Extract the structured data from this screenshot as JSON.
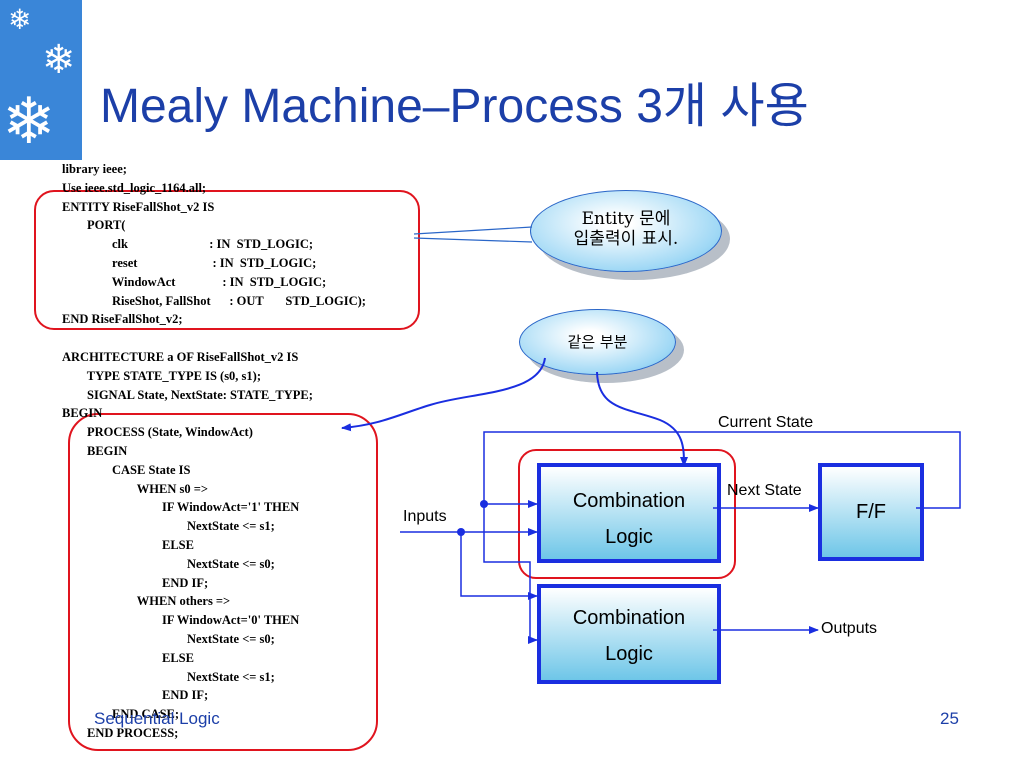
{
  "slide": {
    "title": "Mealy Machine–Process 3개 사용",
    "footer_left": "Sequential Logic",
    "page_number": "25"
  },
  "code_lines": [
    "library ieee;",
    "Use ieee.std_logic_1164.all;",
    "ENTITY RiseFallShot_v2 IS",
    "        PORT(",
    "                clk                          : IN  STD_LOGIC;",
    "                reset                        : IN  STD_LOGIC;",
    "                WindowAct               : IN  STD_LOGIC;",
    "                RiseShot, FallShot      : OUT       STD_LOGIC);",
    "END RiseFallShot_v2;",
    "",
    "ARCHITECTURE a OF RiseFallShot_v2 IS",
    "        TYPE STATE_TYPE IS (s0, s1);",
    "        SIGNAL State, NextState: STATE_TYPE;",
    "BEGIN",
    "        PROCESS (State, WindowAct)",
    "        BEGIN",
    "                CASE State IS",
    "                        WHEN s0 =>",
    "                                IF WindowAct='1' THEN",
    "                                        NextState <= s1;",
    "                                ELSE",
    "                                        NextState <= s0;",
    "                                END IF;",
    "                        WHEN others =>",
    "                                IF WindowAct='0' THEN",
    "                                        NextState <= s0;",
    "                                ELSE",
    "                                        NextState <= s1;",
    "                                END IF;",
    "                END CASE;",
    "        END PROCESS;"
  ],
  "callouts": {
    "entity_line1": "Entity 문에",
    "entity_line2": "입출력이 표시.",
    "same_part": "같은 부분"
  },
  "diagram": {
    "combo1_line1": "Combination",
    "combo1_line2": "Logic",
    "combo2_line1": "Combination",
    "combo2_line2": "Logic",
    "ff": "F/F",
    "current_state": "Current State",
    "next_state": "Next State",
    "inputs": "Inputs",
    "outputs": "Outputs"
  },
  "colors": {
    "title": "#1c3fa8",
    "highlight": "#e0141e",
    "block_border": "#1a2ee0",
    "sidebar": "#3a86d8"
  },
  "icons": [
    "snowflake-icon",
    "snowflake-icon",
    "snowflake-icon"
  ]
}
